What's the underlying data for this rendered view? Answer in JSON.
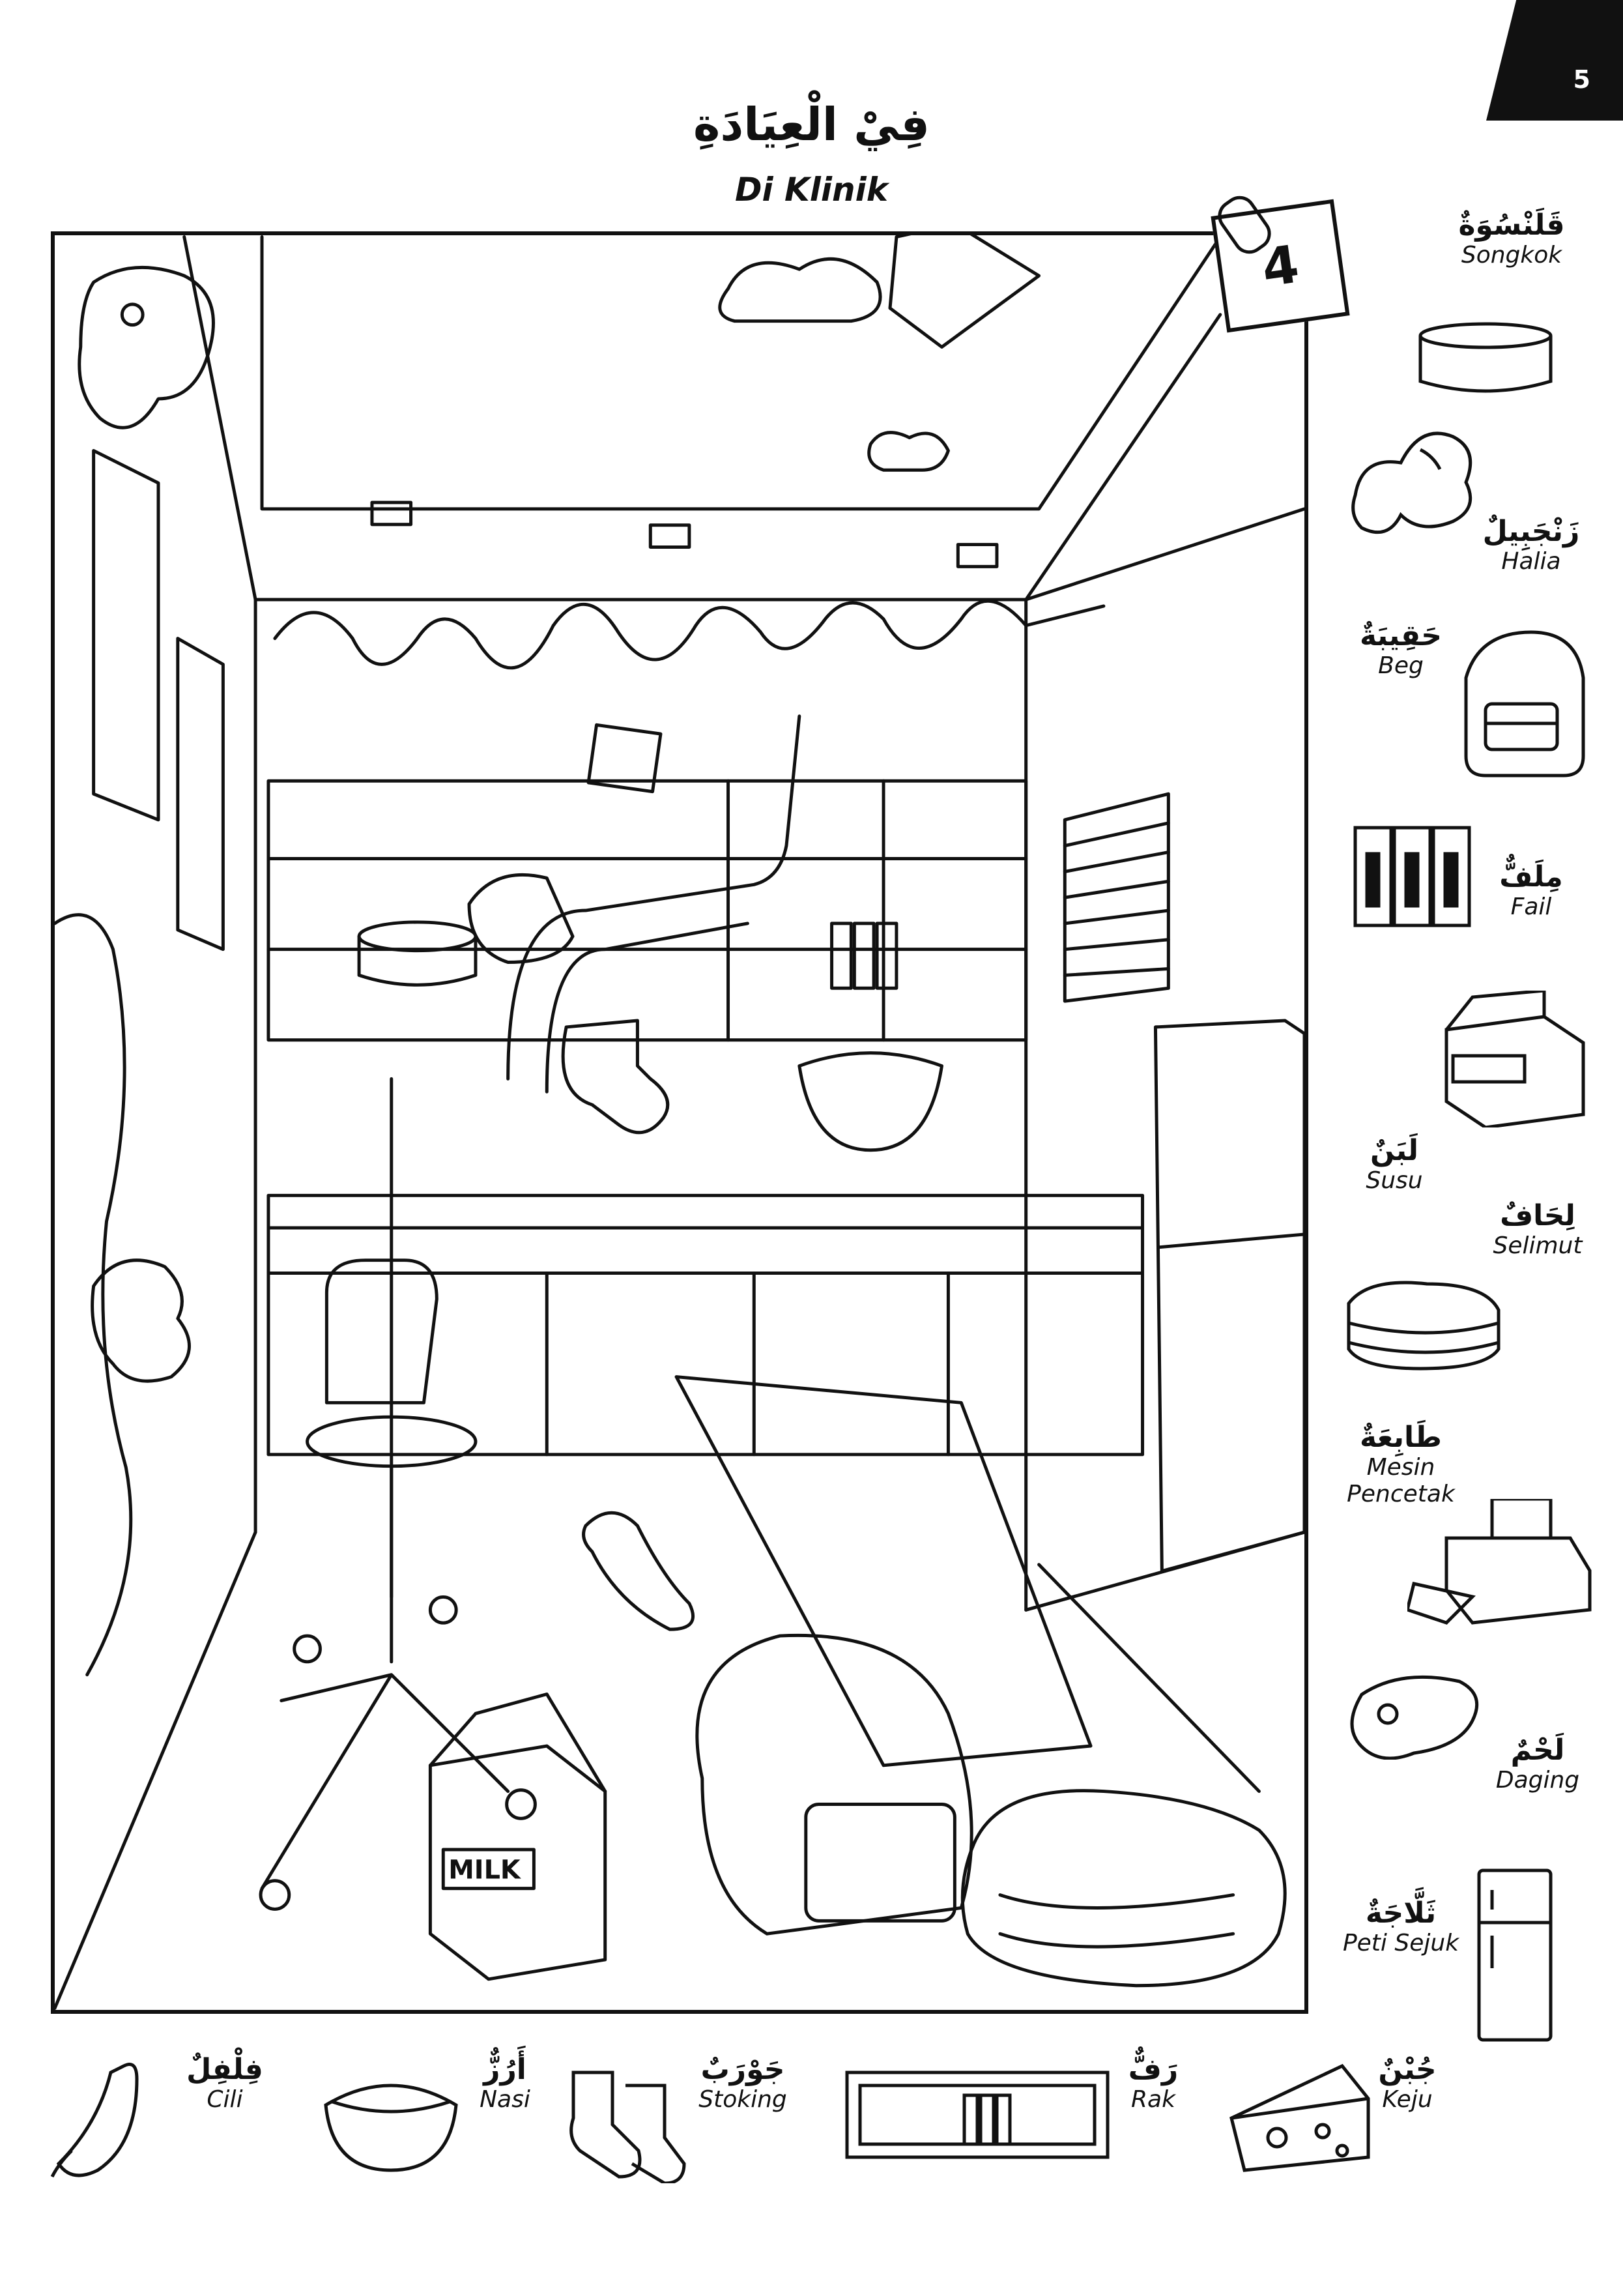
{
  "page_number": "5",
  "title": {
    "arabic": "فِيْ الْعِيَادَةِ",
    "malay": "Di Klinik"
  },
  "count_tag": "4",
  "side_items": [
    {
      "arabic": "قَلَنْسُوَةٌ",
      "malay": "Songkok",
      "icon": "songkok-icon"
    },
    {
      "arabic": "زَنْجَبِيلٌ",
      "malay": "Halia",
      "icon": "ginger-icon"
    },
    {
      "arabic": "حَقِيبَةٌ",
      "malay": "Beg",
      "icon": "bag-icon"
    },
    {
      "arabic": "مِلَفٌّ",
      "malay": "Fail",
      "icon": "file-icon"
    },
    {
      "arabic": "لَبَنٌ",
      "malay": "Susu",
      "icon": "milk-icon"
    },
    {
      "arabic": "لِحَافٌ",
      "malay": "Selimut",
      "icon": "blanket-icon"
    },
    {
      "arabic": "طَابِعَةٌ",
      "malay": "Mesin Pencetak",
      "icon": "printer-icon"
    },
    {
      "arabic": "لَحْمٌ",
      "malay": "Daging",
      "icon": "meat-icon"
    },
    {
      "arabic": "ثَلَّاجَةٌ",
      "malay": "Peti Sejuk",
      "icon": "fridge-icon"
    }
  ],
  "bottom_items": [
    {
      "arabic": "فِلْفِلٌ",
      "malay": "Cili",
      "icon": "chili-icon"
    },
    {
      "arabic": "أَرُزٌّ",
      "malay": "Nasi",
      "icon": "rice-icon"
    },
    {
      "arabic": "جَوْرَبٌ",
      "malay": "Stoking",
      "icon": "socks-icon"
    },
    {
      "arabic": "رَفٌّ",
      "malay": "Rak",
      "icon": "shelf-icon"
    },
    {
      "arabic": "جُبْنٌ",
      "malay": "Keju",
      "icon": "cheese-icon"
    }
  ],
  "scene": {
    "milk_carton_text": "MILK"
  }
}
